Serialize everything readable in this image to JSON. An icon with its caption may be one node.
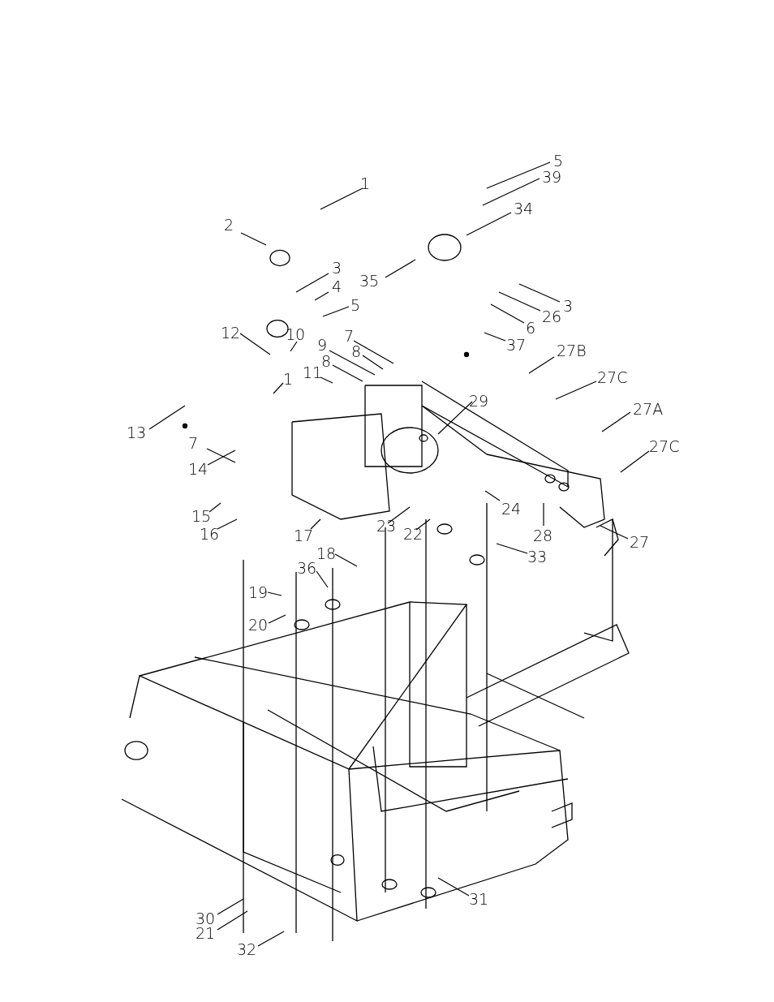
{
  "diagram": {
    "nodes": [
      {
        "text": [
          "5"
        ]
      },
      {
        "text": [
          "39"
        ]
      },
      {
        "text": [
          "1"
        ]
      },
      {
        "text": [
          "34"
        ]
      },
      {
        "text": [
          "2"
        ]
      },
      {
        "text": [
          "35"
        ]
      },
      {
        "text": [
          "3"
        ]
      },
      {
        "text": [
          "3"
        ]
      },
      {
        "text": [
          "4"
        ]
      },
      {
        "text": [
          "26"
        ]
      },
      {
        "text": [
          "5"
        ]
      },
      {
        "text": [
          "6"
        ]
      },
      {
        "text": [
          "12"
        ]
      },
      {
        "text": [
          "10"
        ]
      },
      {
        "text": [
          "7"
        ]
      },
      {
        "text": [
          "37"
        ]
      },
      {
        "text": [
          "9"
        ]
      },
      {
        "text": [
          "8"
        ]
      },
      {
        "text": [
          "27B"
        ]
      },
      {
        "text": [
          "8"
        ]
      },
      {
        "text": [
          "11"
        ]
      },
      {
        "text": [
          "1"
        ]
      },
      {
        "text": [
          "27C"
        ]
      },
      {
        "text": [
          "29"
        ]
      },
      {
        "text": [
          "27A"
        ]
      },
      {
        "text": [
          "13"
        ]
      },
      {
        "text": [
          "7"
        ]
      },
      {
        "text": [
          "27C"
        ]
      },
      {
        "text": [
          "14"
        ]
      },
      {
        "text": [
          "24"
        ]
      },
      {
        "text": [
          "15"
        ]
      },
      {
        "text": [
          "23"
        ]
      },
      {
        "text": [
          "22"
        ]
      },
      {
        "text": [
          "16"
        ]
      },
      {
        "text": [
          "17"
        ]
      },
      {
        "text": [
          "28"
        ]
      },
      {
        "text": [
          "27"
        ]
      },
      {
        "text": [
          "18"
        ]
      },
      {
        "text": [
          "33"
        ]
      },
      {
        "text": [
          "36"
        ]
      },
      {
        "text": [
          "19"
        ]
      },
      {
        "text": [
          "20"
        ]
      },
      {
        "text": [
          "31"
        ]
      },
      {
        "text": [
          "30"
        ]
      },
      {
        "text": [
          "21"
        ]
      },
      {
        "text": [
          "32"
        ]
      }
    ],
    "edges": [
      {
        "from": 0,
        "to": null,
        "arrow": "none"
      },
      {
        "from": 1,
        "to": null,
        "arrow": "none"
      },
      {
        "from": 2,
        "to": null,
        "arrow": "none"
      },
      {
        "from": 3,
        "to": null,
        "arrow": "none"
      },
      {
        "from": 4,
        "to": null,
        "arrow": "none"
      },
      {
        "from": 5,
        "to": null,
        "arrow": "none"
      },
      {
        "from": 6,
        "to": null,
        "arrow": "none"
      },
      {
        "from": 7,
        "to": null,
        "arrow": "none"
      },
      {
        "from": 8,
        "to": null,
        "arrow": "none"
      },
      {
        "from": 9,
        "to": null,
        "arrow": "none"
      },
      {
        "from": 10,
        "to": null,
        "arrow": "none"
      },
      {
        "from": 11,
        "to": null,
        "arrow": "none"
      },
      {
        "from": 12,
        "to": null,
        "arrow": "none"
      },
      {
        "from": 13,
        "to": null,
        "arrow": "none"
      },
      {
        "from": 14,
        "to": null,
        "arrow": "none"
      },
      {
        "from": 15,
        "to": null,
        "arrow": "none"
      },
      {
        "from": 16,
        "to": null,
        "arrow": "none"
      },
      {
        "from": 17,
        "to": null,
        "arrow": "none"
      },
      {
        "from": 18,
        "to": null,
        "arrow": "none"
      },
      {
        "from": 19,
        "to": null,
        "arrow": "none"
      },
      {
        "from": 20,
        "to": null,
        "arrow": "none"
      },
      {
        "from": 21,
        "to": null,
        "arrow": "none"
      },
      {
        "from": 22,
        "to": null,
        "arrow": "none"
      },
      {
        "from": 23,
        "to": null,
        "arrow": "none"
      },
      {
        "from": 24,
        "to": null,
        "arrow": "none"
      },
      {
        "from": 25,
        "to": null,
        "arrow": "none"
      },
      {
        "from": 26,
        "to": null,
        "arrow": "none"
      },
      {
        "from": 27,
        "to": null,
        "arrow": "none"
      },
      {
        "from": 28,
        "to": null,
        "arrow": "none"
      },
      {
        "from": 29,
        "to": null,
        "arrow": "none"
      },
      {
        "from": 30,
        "to": null,
        "arrow": "none"
      },
      {
        "from": 31,
        "to": null,
        "arrow": "none"
      },
      {
        "from": 32,
        "to": null,
        "arrow": "none"
      },
      {
        "from": 33,
        "to": null,
        "arrow": "none"
      },
      {
        "from": 34,
        "to": null,
        "arrow": "none"
      },
      {
        "from": 35,
        "to": null,
        "arrow": "none"
      },
      {
        "from": 36,
        "to": null,
        "arrow": "none"
      },
      {
        "from": 37,
        "to": null,
        "arrow": "none"
      },
      {
        "from": 38,
        "to": null,
        "arrow": "none"
      },
      {
        "from": 39,
        "to": null,
        "arrow": "none"
      },
      {
        "from": 40,
        "to": null,
        "arrow": "none"
      },
      {
        "from": 41,
        "to": null,
        "arrow": "none"
      },
      {
        "from": 42,
        "to": null,
        "arrow": "none"
      },
      {
        "from": 43,
        "to": null,
        "arrow": "none"
      },
      {
        "from": 44,
        "to": null,
        "arrow": "none"
      },
      {
        "from": 45,
        "to": null,
        "arrow": "none"
      }
    ]
  }
}
